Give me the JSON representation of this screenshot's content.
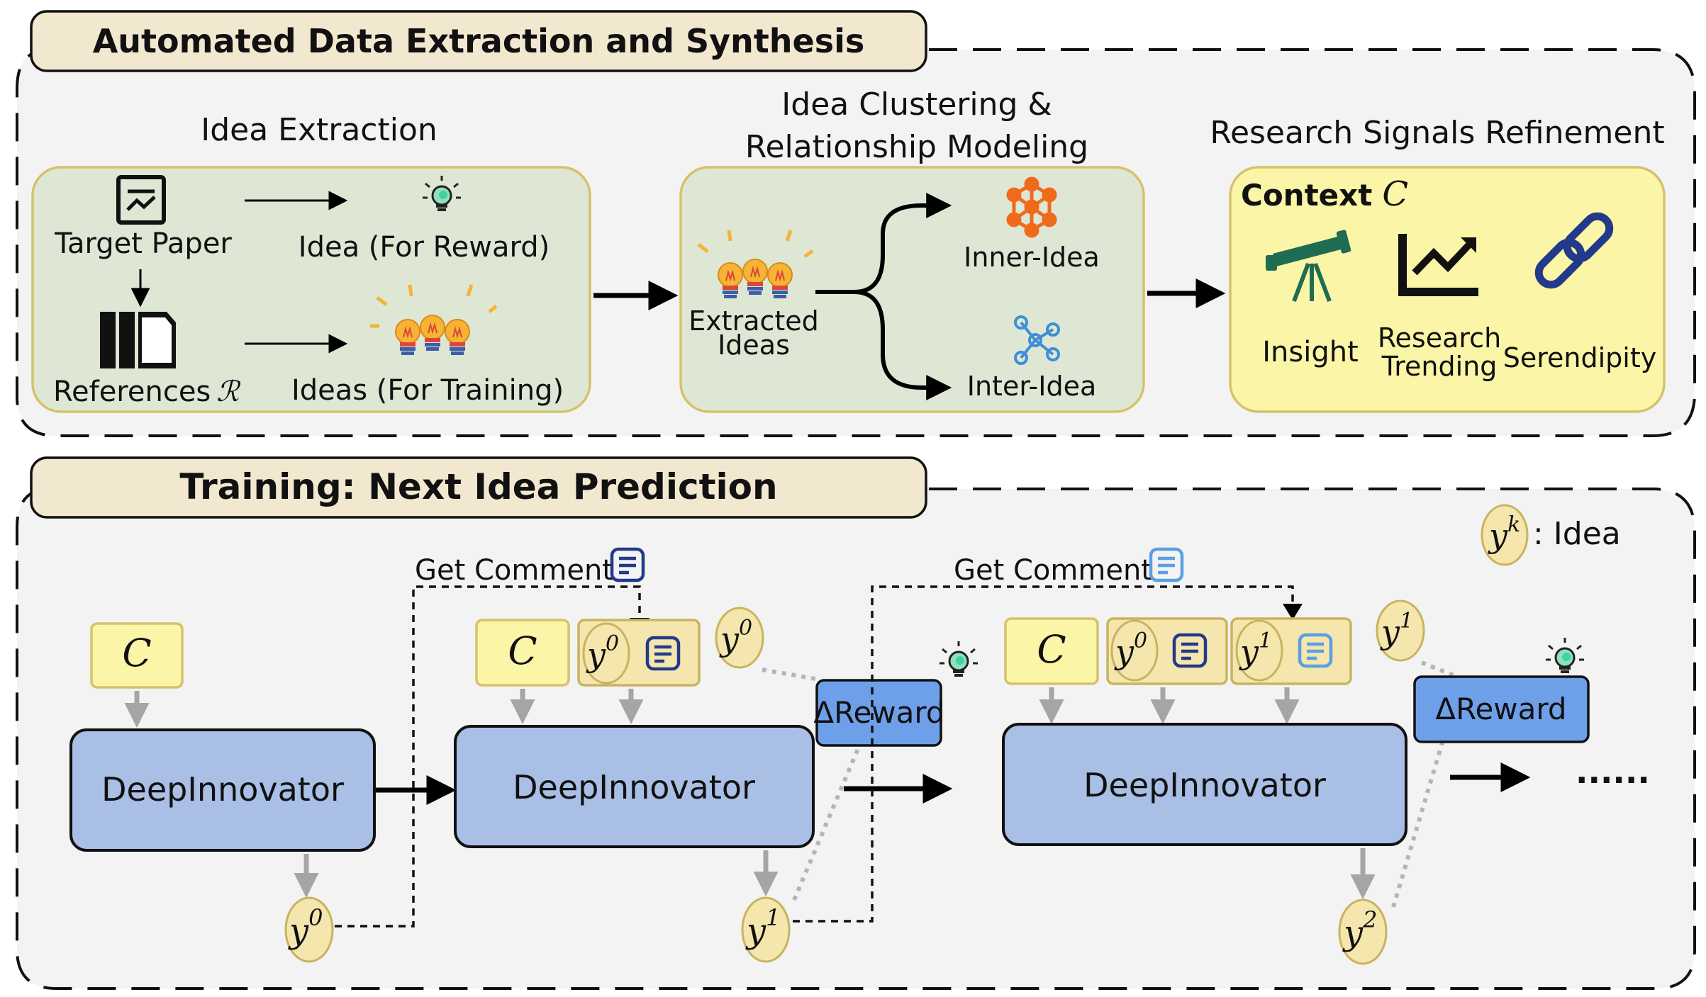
{
  "top_section": {
    "title": "Automated Data Extraction and Synthesis",
    "idea_extraction": {
      "heading": "Idea Extraction",
      "target_paper": "Target Paper",
      "idea_for_reward": "Idea (For Reward)",
      "references": "References",
      "references_symbol": "ℛ",
      "ideas_for_training": "Ideas (For Training)"
    },
    "clustering": {
      "heading_line1": "Idea Clustering &",
      "heading_line2": "Relationship Modeling",
      "extracted_line1": "Extracted",
      "extracted_line2": "Ideas",
      "inner_idea": "Inner-Idea",
      "inter_idea": "Inter-Idea"
    },
    "refinement": {
      "heading": "Research Signals Refinement",
      "context_label": "Context",
      "context_symbol": "C",
      "insight": "Insight",
      "research_line1": "Research",
      "research_line2": "Trending",
      "serendipity": "Serendipity"
    }
  },
  "bottom_section": {
    "title": "Training: Next Idea Prediction",
    "legend_symbol": "y",
    "legend_sup": "k",
    "legend_text": ": Idea",
    "model_label": "DeepInnovator",
    "context_symbol": "C",
    "get_comment": "Get Comment",
    "reward_label": "ΔReward",
    "y_symbol": "y",
    "sup_0": "0",
    "sup_1": "1",
    "sup_2": "2",
    "ellipsis": "......"
  },
  "colors": {
    "title_tab": "#f2e8d0",
    "section_bg": "#f3f3f3",
    "green_panel": "#dde7d4",
    "yellow_panel": "#fbf5a7",
    "panel_border": "#d6c16b",
    "model_box": "#a9bfe6",
    "reward_box": "#6ea0ea",
    "orange_icon": "#f06a1c",
    "blue_icon": "#3f8ed8",
    "dark_blue": "#233a8a",
    "teal_icon": "#1f6c53"
  }
}
